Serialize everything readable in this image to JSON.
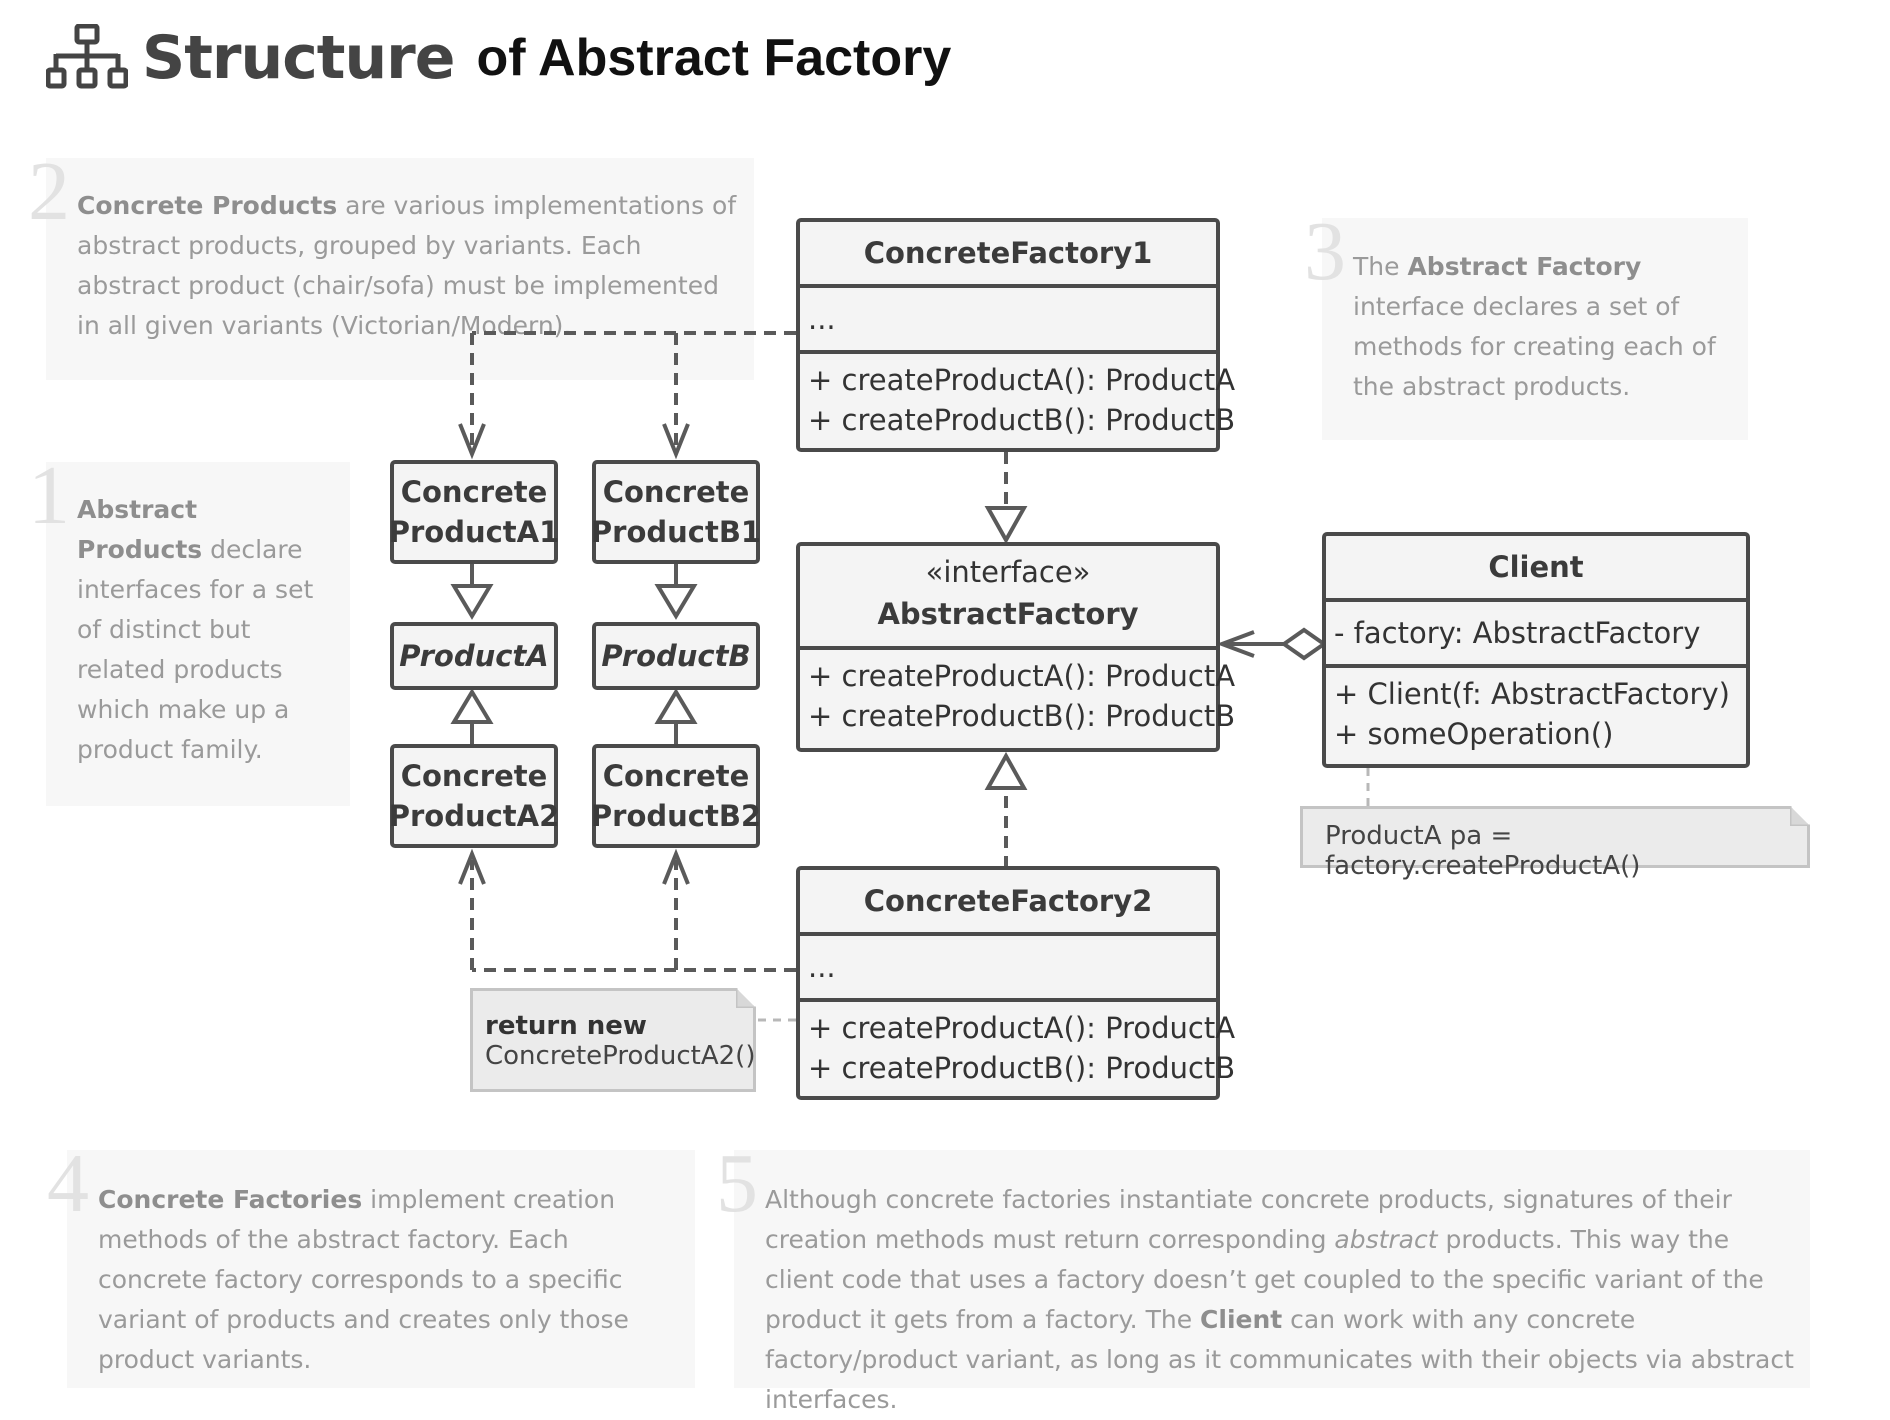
{
  "header": {
    "icon": "structure-hierarchy-icon",
    "title_main": "Structure",
    "title_rest": "of Abstract Factory"
  },
  "notes": [
    {
      "num": "2",
      "bold": "Concrete Products",
      "text": " are various implementations of abstract products, grouped by variants. Each abstract product (chair/sofa) must be implemented in all given variants (Victorian/Modern)."
    },
    {
      "num": "3",
      "lead": "The ",
      "bold": "Abstract Factory",
      "text": " interface declares a set of methods for creating each of the abstract products."
    },
    {
      "num": "1",
      "bold": "Abstract Products",
      "text": " declare interfaces for a set of distinct but related products which make up a product family."
    },
    {
      "num": "4",
      "bold": "Concrete Factories",
      "text": " implement creation methods of the abstract factory. Each concrete factory corresponds to a specific variant of products and creates only those product variants."
    },
    {
      "num": "5",
      "p1": "Although concrete factories instantiate concrete products, signatures of their creation methods must return corresponding ",
      "italic": "abstract",
      "p2": " products. This way the client code that uses a factory doesn’t get coupled to the specific variant of the product it gets from a factory. The ",
      "bold": "Client",
      "p3": " can work with any concrete factory/product variant, as long as it communicates with their objects via abstract interfaces."
    }
  ],
  "classes": {
    "cf1": {
      "name": "ConcreteFactory1",
      "fields": "...",
      "methods": [
        "+ createProductA(): ProductA",
        "+ createProductB(): ProductB"
      ]
    },
    "af": {
      "stereotype": "«interface»",
      "name": "AbstractFactory",
      "methods": [
        "+ createProductA(): ProductA",
        "+ createProductB(): ProductB"
      ]
    },
    "cf2": {
      "name": "ConcreteFactory2",
      "fields": "...",
      "methods": [
        "+ createProductA(): ProductA",
        "+ createProductB(): ProductB"
      ]
    },
    "client": {
      "name": "Client",
      "fields": "- factory: AbstractFactory",
      "methods": [
        "+ Client(f: AbstractFactory)",
        "+ someOperation()"
      ]
    }
  },
  "products": {
    "a1": [
      "Concrete",
      "ProductA1"
    ],
    "b1": [
      "Concrete",
      "ProductB1"
    ],
    "pa": "ProductA",
    "pb": "ProductB",
    "a2": [
      "Concrete",
      "ProductA2"
    ],
    "b2": [
      "Concrete",
      "ProductB2"
    ]
  },
  "code_notes": {
    "client": "ProductA pa = factory.createProductA()",
    "cf2_bold": "return new",
    "cf2_text": "ConcreteProductA2()"
  },
  "colors": {
    "line": "#5a5a5a",
    "box_fill": "#f4f4f4",
    "note_bg": "#f7f7f7",
    "note_text": "#9a9a9a"
  }
}
